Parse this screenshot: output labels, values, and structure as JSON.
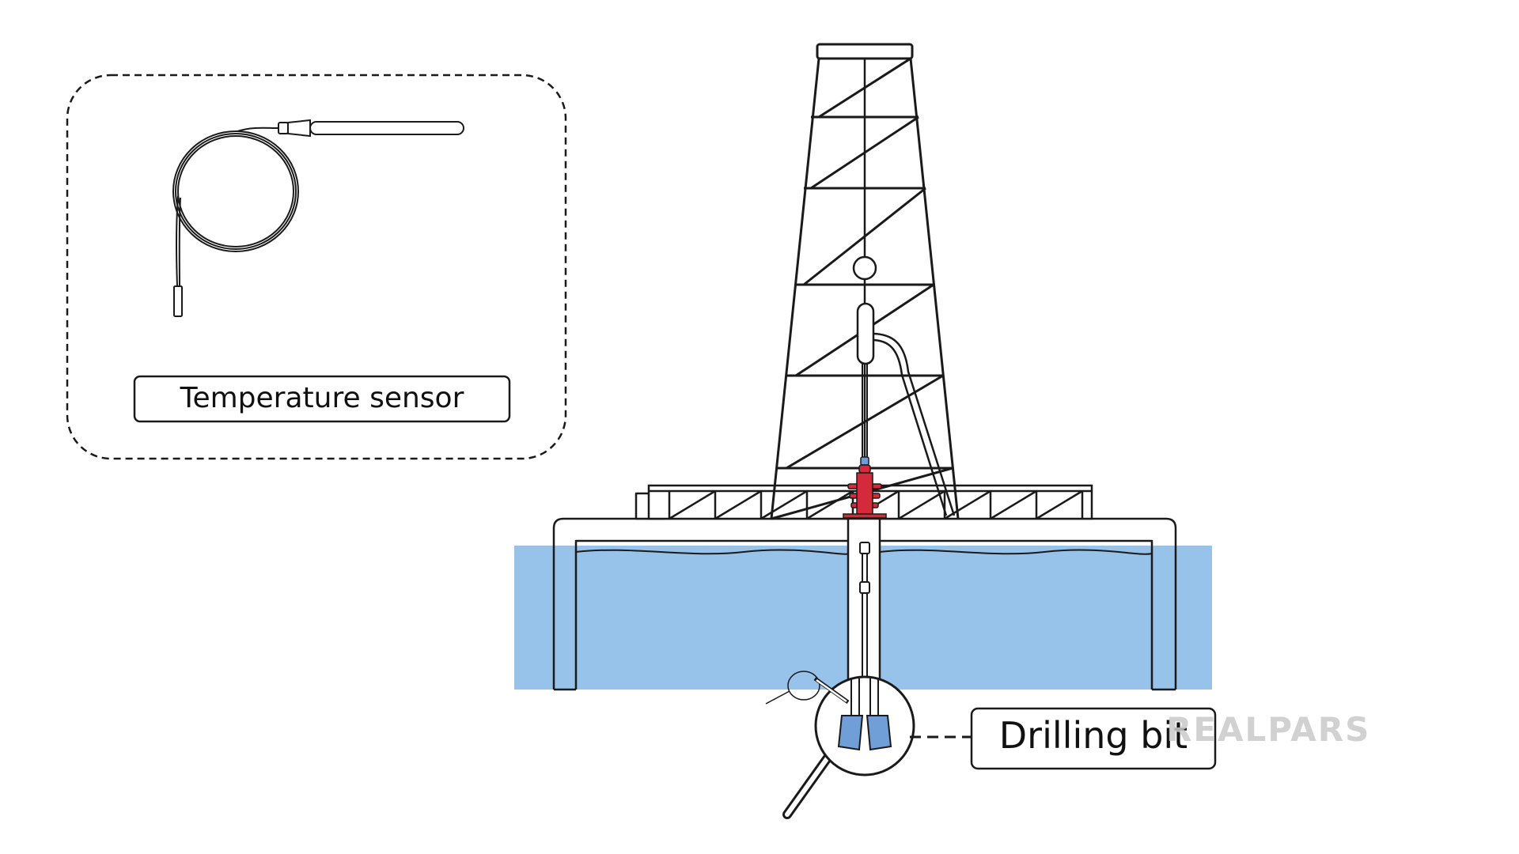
{
  "labels": {
    "temperature_sensor": "Temperature sensor",
    "drilling_bit": "Drilling bit"
  },
  "watermark": {
    "text": "REALPARS"
  },
  "colors": {
    "water": "#97c3ea",
    "outline": "#1a1a1a",
    "accent_red": "#d42a3a",
    "drill_bit_blue": "#6f9fd6",
    "watermark_gray": "#c9c9c9"
  }
}
